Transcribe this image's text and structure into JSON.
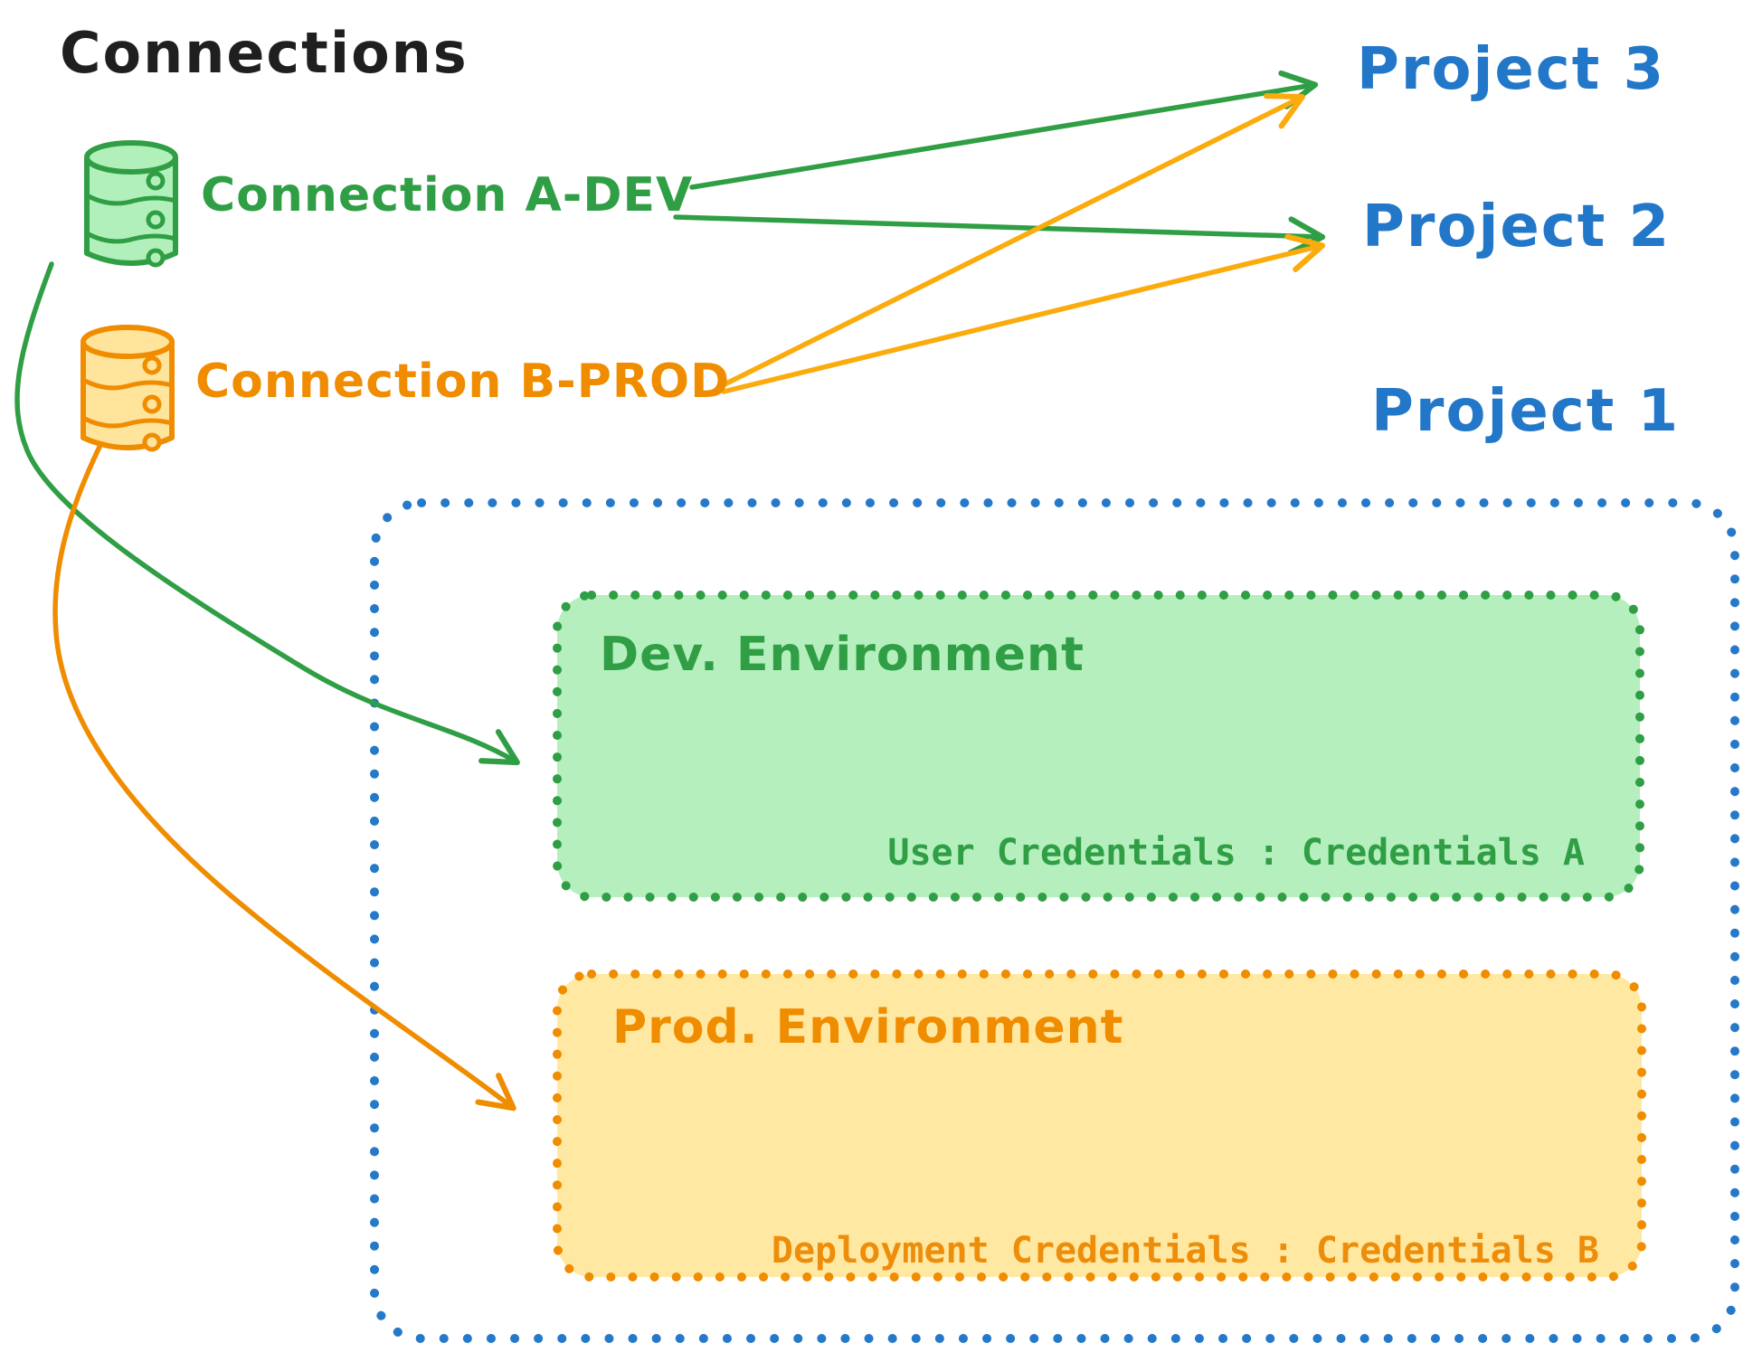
{
  "title": "Connections",
  "connections": {
    "a": {
      "label": "Connection A-DEV",
      "icon": "database-icon",
      "color": "#2f9e44",
      "fill": "#b2f0bb"
    },
    "b": {
      "label": "Connection B-PROD",
      "icon": "database-icon",
      "color": "#f08c00",
      "fill": "#ffe49c"
    }
  },
  "projects": {
    "p3": {
      "label": "Project 3"
    },
    "p2": {
      "label": "Project 2"
    },
    "p1": {
      "label": "Project 1"
    }
  },
  "environments": {
    "dev": {
      "title": "Dev. Environment",
      "credentials": "User Credentials : Credentials A"
    },
    "prod": {
      "title": "Prod. Environment",
      "credentials": "Deployment Credentials : Credentials B"
    }
  },
  "arrows": {
    "a_to_p3": {
      "from": "Connection A-DEV",
      "to": "Project 3",
      "color": "#2f9e44"
    },
    "a_to_p2": {
      "from": "Connection A-DEV",
      "to": "Project 2",
      "color": "#2f9e44"
    },
    "b_to_p3": {
      "from": "Connection B-PROD",
      "to": "Project 3",
      "color": "#fbab0c"
    },
    "b_to_p2": {
      "from": "Connection B-PROD",
      "to": "Project 2",
      "color": "#fbab0c"
    },
    "a_to_dev_env": {
      "from": "Connection A-DEV",
      "to": "Dev. Environment",
      "color": "#2f9e44"
    },
    "b_to_prod_env": {
      "from": "Connection B-PROD",
      "to": "Prod. Environment",
      "color": "#f08c00"
    }
  },
  "colors": {
    "text": "#1f1f1f",
    "green": "#2f9e44",
    "green_fill": "#b2f0bb",
    "orange": "#f08c00",
    "orange_fill": "#ffe9a2",
    "amber": "#fbab0c",
    "blue": "#2277c8"
  }
}
